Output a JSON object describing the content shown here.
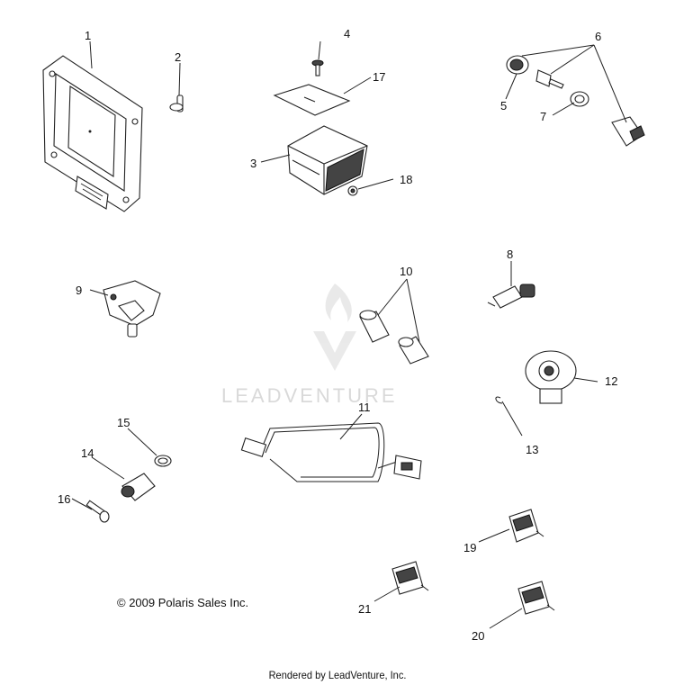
{
  "copyright": "© 2009 Polaris Sales Inc.",
  "footer": "Rendered by LeadVenture, Inc.",
  "watermark": "LEADVENTURE",
  "callouts": [
    {
      "id": "1",
      "label": "1"
    },
    {
      "id": "2",
      "label": "2"
    },
    {
      "id": "3",
      "label": "3"
    },
    {
      "id": "4",
      "label": "4"
    },
    {
      "id": "5",
      "label": "5"
    },
    {
      "id": "6",
      "label": "6"
    },
    {
      "id": "7",
      "label": "7"
    },
    {
      "id": "8",
      "label": "8"
    },
    {
      "id": "9",
      "label": "9"
    },
    {
      "id": "10",
      "label": "10"
    },
    {
      "id": "11",
      "label": "11"
    },
    {
      "id": "12",
      "label": "12"
    },
    {
      "id": "13",
      "label": "13"
    },
    {
      "id": "14",
      "label": "14"
    },
    {
      "id": "15",
      "label": "15"
    },
    {
      "id": "16",
      "label": "16"
    },
    {
      "id": "17",
      "label": "17"
    },
    {
      "id": "18",
      "label": "18"
    },
    {
      "id": "19",
      "label": "19"
    },
    {
      "id": "20",
      "label": "20"
    },
    {
      "id": "21",
      "label": "21"
    }
  ]
}
